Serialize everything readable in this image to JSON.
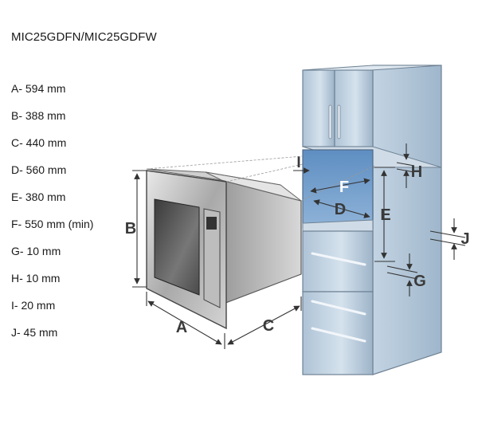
{
  "model": "MIC25GDFN/MIC25GDFW",
  "specs": [
    "A- 594 mm",
    "B- 388 mm",
    "C- 440 mm",
    "D- 560 mm",
    "E- 380 mm",
    "F- 550 mm (min)",
    "G- 10 mm",
    "H- 10 mm",
    "I- 20 mm",
    "J- 45 mm"
  ],
  "labels": {
    "A": "A",
    "B": "B",
    "C": "C",
    "D": "D",
    "E": "E",
    "F": "F",
    "G": "G",
    "H": "H",
    "I": "I",
    "J": "J"
  }
}
